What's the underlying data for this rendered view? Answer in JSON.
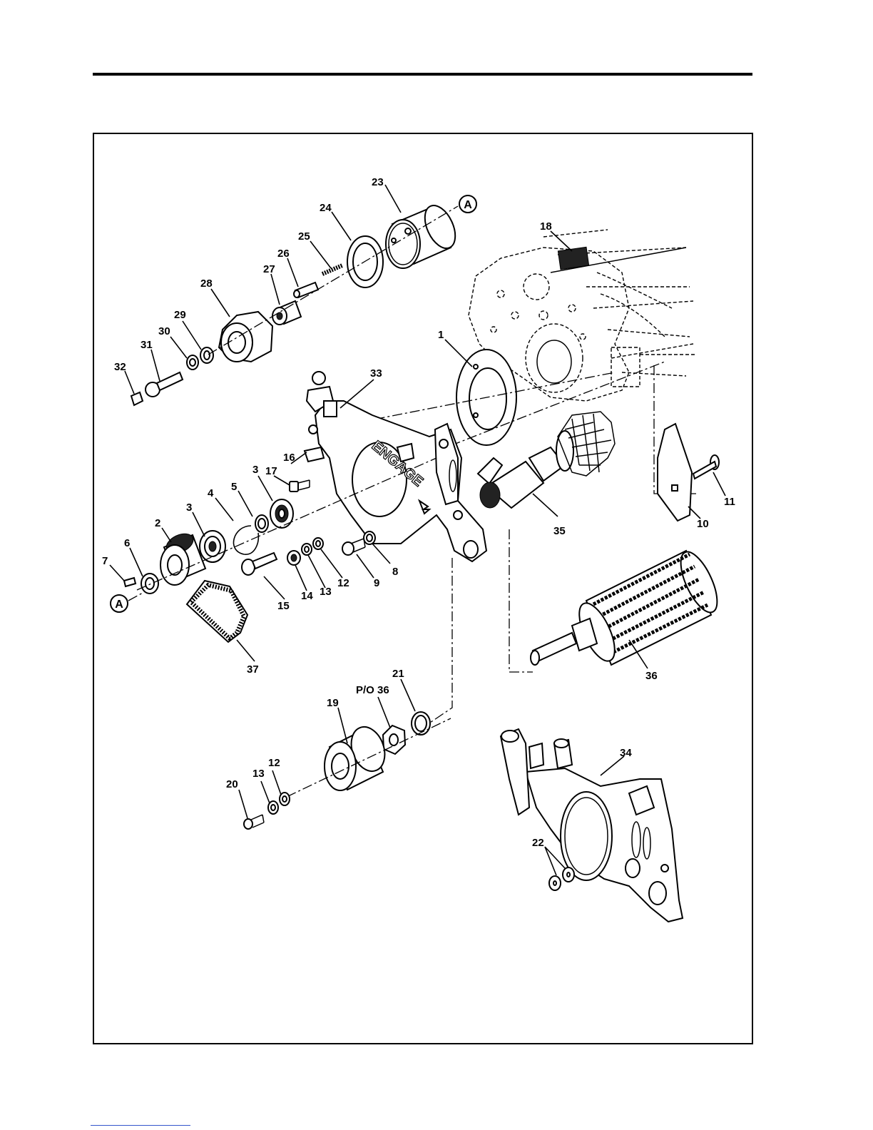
{
  "callouts": [
    {
      "id": "c1",
      "label": "1"
    },
    {
      "id": "c2",
      "label": "2"
    },
    {
      "id": "c3a",
      "label": "3"
    },
    {
      "id": "c3b",
      "label": "3"
    },
    {
      "id": "c4",
      "label": "4"
    },
    {
      "id": "c5",
      "label": "5"
    },
    {
      "id": "c6",
      "label": "6"
    },
    {
      "id": "c7",
      "label": "7"
    },
    {
      "id": "c8",
      "label": "8"
    },
    {
      "id": "c9",
      "label": "9"
    },
    {
      "id": "c10",
      "label": "10"
    },
    {
      "id": "c11",
      "label": "11"
    },
    {
      "id": "c12a",
      "label": "12"
    },
    {
      "id": "c12b",
      "label": "12"
    },
    {
      "id": "c13a",
      "label": "13"
    },
    {
      "id": "c13b",
      "label": "13"
    },
    {
      "id": "c14",
      "label": "14"
    },
    {
      "id": "c15",
      "label": "15"
    },
    {
      "id": "c16",
      "label": "16"
    },
    {
      "id": "c17",
      "label": "17"
    },
    {
      "id": "c18",
      "label": "18"
    },
    {
      "id": "c19",
      "label": "19"
    },
    {
      "id": "c20",
      "label": "20"
    },
    {
      "id": "c21",
      "label": "21"
    },
    {
      "id": "c22",
      "label": "22"
    },
    {
      "id": "c23",
      "label": "23"
    },
    {
      "id": "c24",
      "label": "24"
    },
    {
      "id": "c25",
      "label": "25"
    },
    {
      "id": "c26",
      "label": "26"
    },
    {
      "id": "c27",
      "label": "27"
    },
    {
      "id": "c28",
      "label": "28"
    },
    {
      "id": "c29",
      "label": "29"
    },
    {
      "id": "c30",
      "label": "30"
    },
    {
      "id": "c31",
      "label": "31"
    },
    {
      "id": "c32",
      "label": "32"
    },
    {
      "id": "c33",
      "label": "33"
    },
    {
      "id": "c34",
      "label": "34"
    },
    {
      "id": "c35",
      "label": "35"
    },
    {
      "id": "c36",
      "label": "36"
    },
    {
      "id": "c37",
      "label": "37"
    },
    {
      "id": "cpo36",
      "label": "P/O 36"
    }
  ],
  "references": [
    {
      "id": "refA_top",
      "label": "A"
    },
    {
      "id": "refA_bottom",
      "label": "A"
    }
  ],
  "embossed_text": "ENGAGE"
}
